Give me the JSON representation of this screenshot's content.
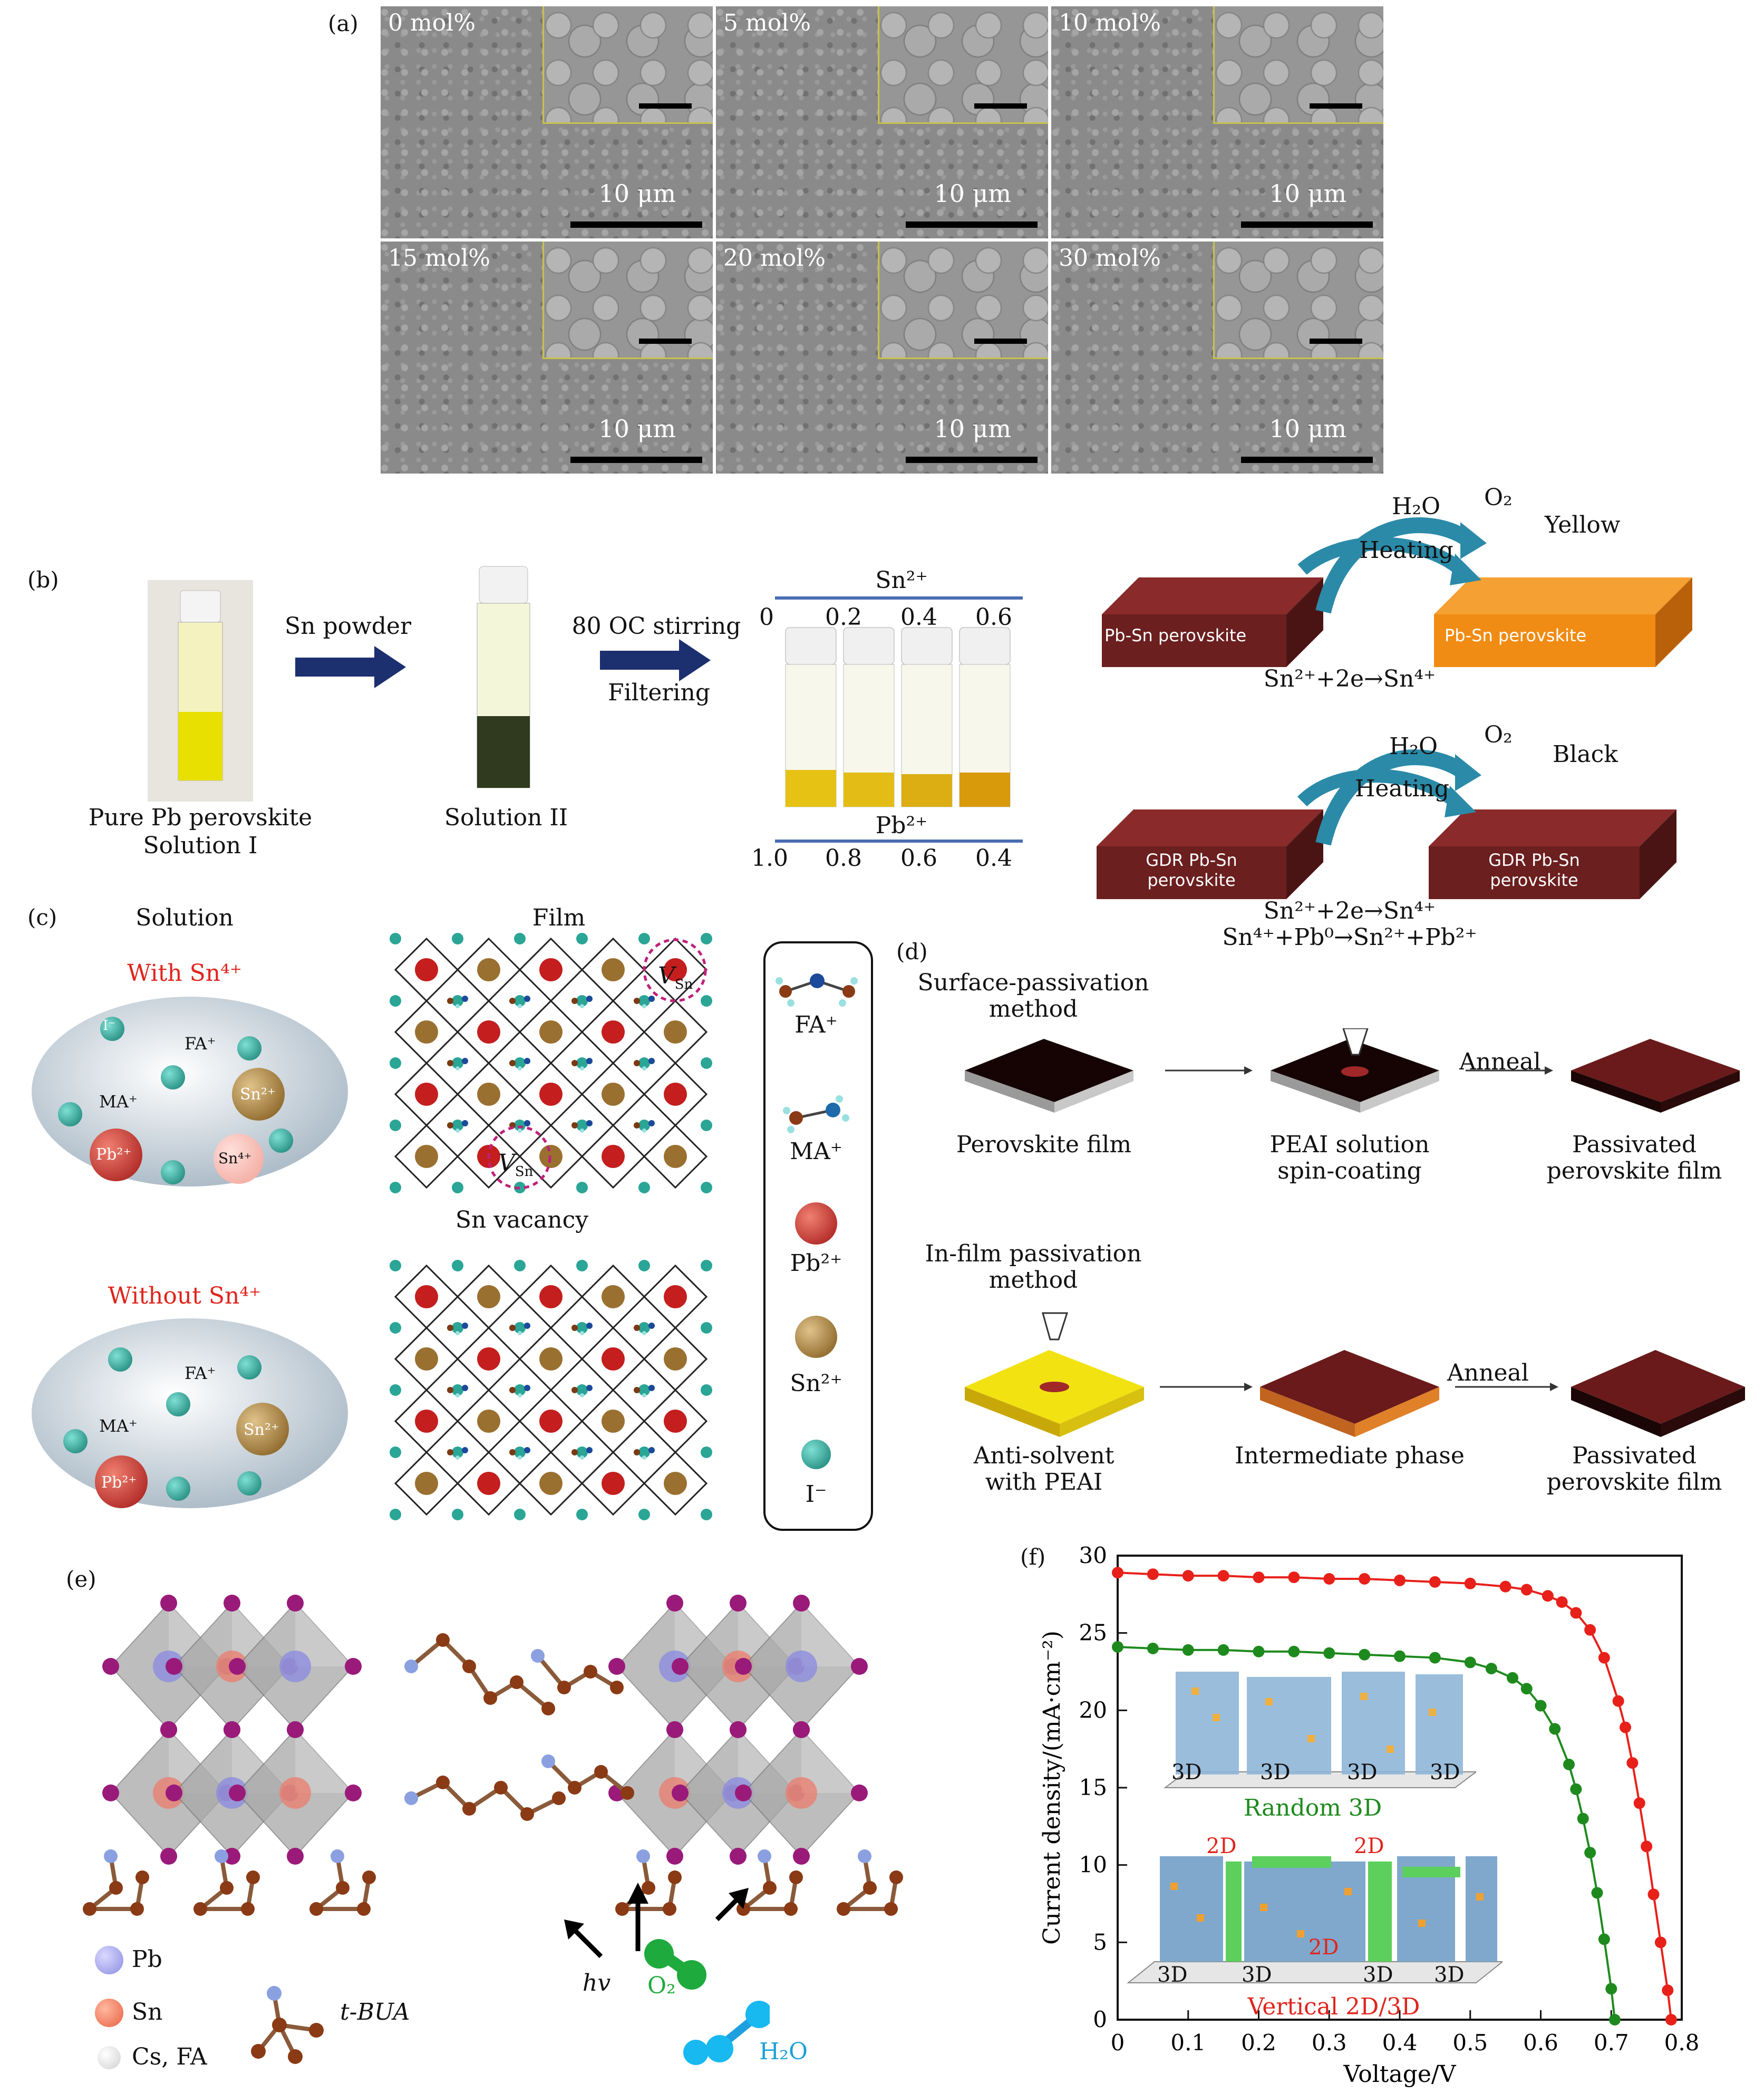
{
  "panels": {
    "a": {
      "label": "(a)",
      "images": [
        {
          "conc": "0 mol%",
          "scale": "10 μm"
        },
        {
          "conc": "5 mol%",
          "scale": "10 μm"
        },
        {
          "conc": "10 mol%",
          "scale": "10 μm"
        },
        {
          "conc": "15 mol%",
          "scale": "10 μm"
        },
        {
          "conc": "20 mol%",
          "scale": "10 μm"
        },
        {
          "conc": "30 mol%",
          "scale": "10 μm"
        }
      ]
    },
    "b": {
      "label": "(b)",
      "vial1_caption_1": "Pure Pb perovskite",
      "vial1_caption_2": "Solution I",
      "arrow1_label": "Sn powder",
      "vial2_caption": "Solution II",
      "arrow2_label_1": "80 OC stirring",
      "arrow2_label_2": "Filtering",
      "sn_label": "Sn²⁺",
      "sn_ticks": [
        "0",
        "0.2",
        "0.4",
        "0.6"
      ],
      "pb_label": "Pb²⁺",
      "pb_ticks": [
        "1.0",
        "0.8",
        "0.6",
        "0.4"
      ],
      "top_block_left": "Pb-Sn perovskite",
      "top_block_right": "Pb-Sn perovskite",
      "top_h2o": "H₂O",
      "top_o2": "O₂",
      "top_heating": "Heating",
      "top_color": "Yellow",
      "top_eq": "Sn²⁺+2e→Sn⁴⁺",
      "bot_block_left_1": "GDR Pb-Sn",
      "bot_block_left_2": "perovskite",
      "bot_block_right_1": "GDR Pb-Sn",
      "bot_block_right_2": "perovskite",
      "bot_h2o": "H₂O",
      "bot_o2": "O₂",
      "bot_heating": "Heating",
      "bot_color": "Black",
      "bot_eq_1": "Sn²⁺+2e→Sn⁴⁺",
      "bot_eq_2": "Sn⁴⁺+Pb⁰→Sn²⁺+Pb²⁺"
    },
    "c": {
      "label": "(c)",
      "solution_title": "Solution",
      "film_title": "Film",
      "with_label": "With Sn⁴⁺",
      "without_label": "Without Sn⁴⁺",
      "vsn": "V",
      "vsn_sub": "Sn",
      "vacancy": "Sn vacancy",
      "ions": {
        "i": "I⁻",
        "fa": "FA⁺",
        "ma": "MA⁺",
        "sn2": "Sn²⁺",
        "pb2": "Pb²⁺",
        "sn4": "Sn⁴⁺"
      },
      "legend": [
        "FA⁺",
        "MA⁺",
        "Pb²⁺",
        "Sn²⁺",
        "I⁻"
      ]
    },
    "d": {
      "label": "(d)",
      "top_method_1": "Surface-passivation",
      "top_method_2": "method",
      "top_step1": "Perovskite film",
      "top_step2_1": "PEAI solution",
      "top_step2_2": "spin-coating",
      "top_anneal": "Anneal",
      "top_step3_1": "Passivated",
      "top_step3_2": "perovskite film",
      "bot_method_1": "In-film passivation",
      "bot_method_2": "method",
      "bot_step1_1": "Anti-solvent",
      "bot_step1_2": "with PEAI",
      "bot_step2": "Intermediate phase",
      "bot_anneal": "Anneal",
      "bot_step3_1": "Passivated",
      "bot_step3_2": "perovskite film"
    },
    "e": {
      "label": "(e)",
      "legend_pb": "Pb",
      "legend_sn": "Sn",
      "legend_csfa": "Cs, FA",
      "legend_tbua": "t-BUA",
      "hv": "hv",
      "o2": "O₂",
      "h2o": "H₂O"
    },
    "f": {
      "label": "(f)",
      "inset_top": {
        "labels": [
          "3D",
          "3D",
          "3D",
          "3D"
        ],
        "caption": "Random 3D"
      },
      "inset_bottom": {
        "labels_2d": [
          "2D",
          "2D",
          "2D"
        ],
        "labels_3d": [
          "3D",
          "3D",
          "3D",
          "3D"
        ],
        "caption": "Vertical 2D/3D"
      }
    }
  },
  "colors": {
    "red_curve": "#e8201a",
    "green_curve": "#1e8a1e",
    "arrow_blue": "#1c2f6e",
    "block_dark": "#6b1f1f",
    "block_orange": "#f08c14"
  },
  "chart_data": {
    "type": "line",
    "title": "",
    "xlabel": "Voltage/V",
    "ylabel": "Current density/(mA·cm⁻²)",
    "xlim": [
      0,
      0.8
    ],
    "ylim": [
      0,
      30
    ],
    "xticks": [
      "0",
      "0.1",
      "0.2",
      "0.3",
      "0.4",
      "0.5",
      "0.6",
      "0.7",
      "0.8"
    ],
    "yticks": [
      "0",
      "5",
      "10",
      "15",
      "20",
      "25",
      "30"
    ],
    "series": [
      {
        "color": "#e8201a",
        "x": [
          0,
          0.05,
          0.1,
          0.15,
          0.2,
          0.25,
          0.3,
          0.35,
          0.4,
          0.45,
          0.5,
          0.55,
          0.58,
          0.61,
          0.63,
          0.65,
          0.67,
          0.69,
          0.71,
          0.72,
          0.73,
          0.74,
          0.75,
          0.76,
          0.77,
          0.78,
          0.785
        ],
        "y": [
          28.9,
          28.8,
          28.7,
          28.7,
          28.6,
          28.6,
          28.5,
          28.5,
          28.4,
          28.3,
          28.2,
          28.0,
          27.8,
          27.4,
          27.0,
          26.3,
          25.2,
          23.4,
          20.6,
          18.9,
          16.6,
          14.0,
          11.2,
          8.1,
          5.0,
          1.9,
          0
        ]
      },
      {
        "color": "#1e8a1e",
        "x": [
          0,
          0.05,
          0.1,
          0.15,
          0.2,
          0.25,
          0.3,
          0.35,
          0.4,
          0.45,
          0.5,
          0.53,
          0.56,
          0.58,
          0.6,
          0.62,
          0.64,
          0.65,
          0.66,
          0.67,
          0.68,
          0.69,
          0.7,
          0.705
        ],
        "y": [
          24.1,
          24.0,
          23.9,
          23.9,
          23.8,
          23.8,
          23.7,
          23.6,
          23.5,
          23.4,
          23.1,
          22.7,
          22.1,
          21.4,
          20.3,
          18.8,
          16.5,
          14.9,
          13.0,
          10.8,
          8.2,
          5.2,
          2.0,
          0
        ]
      }
    ],
    "grid": false,
    "legend": "none"
  }
}
